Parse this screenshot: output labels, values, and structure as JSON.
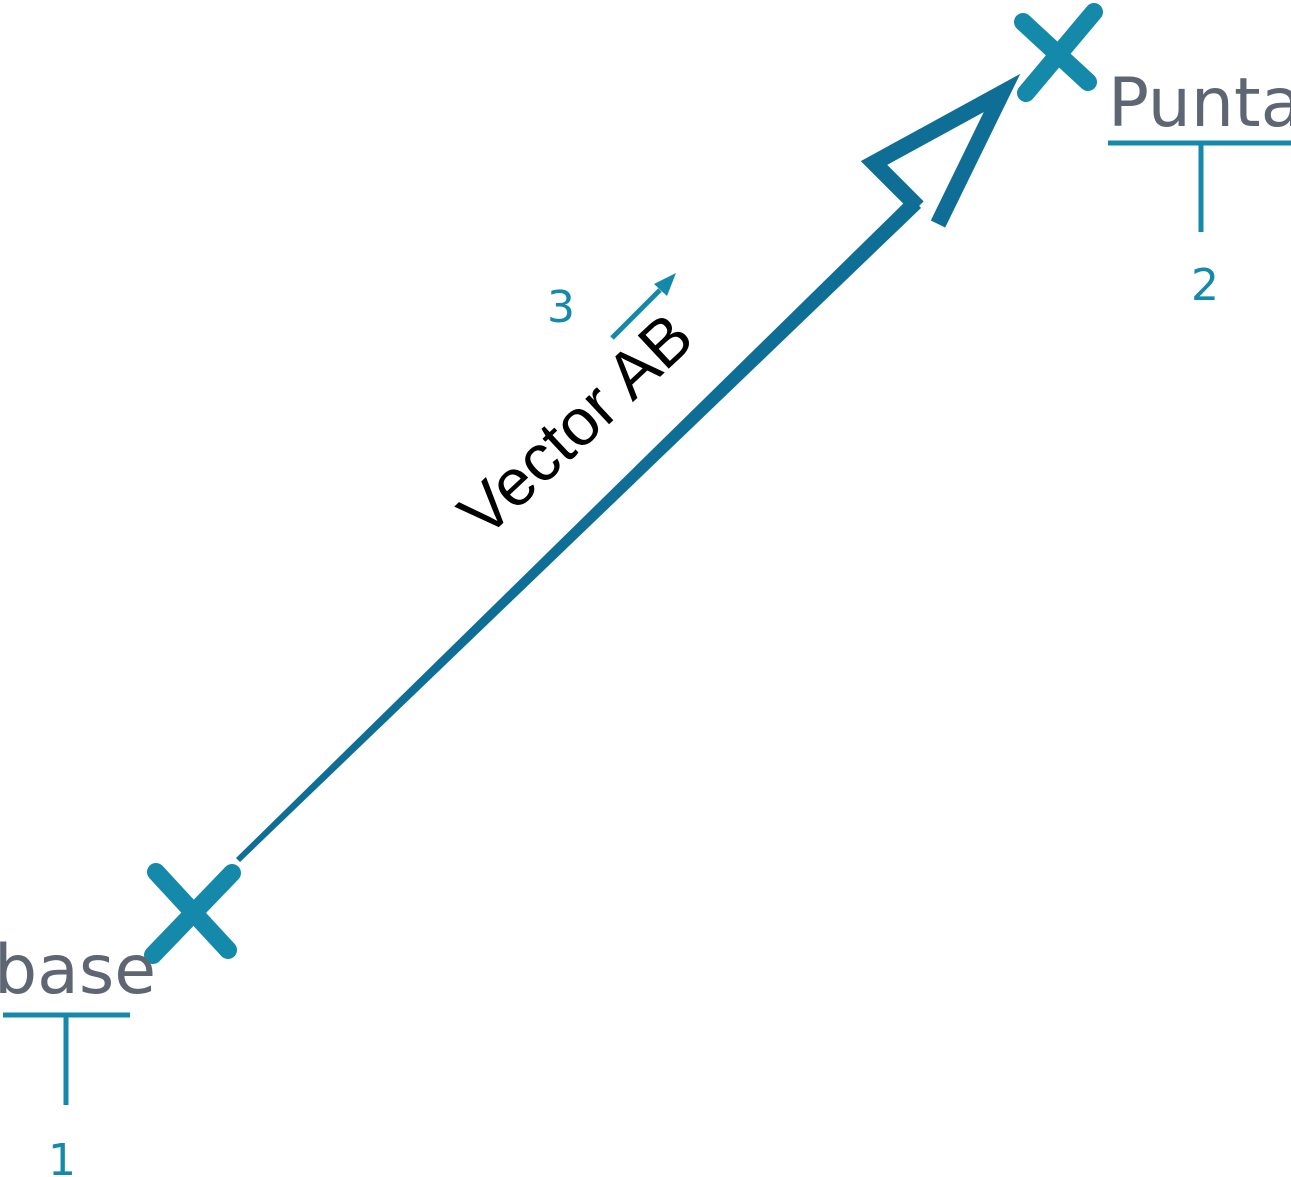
{
  "points": {
    "base": {
      "label": "base",
      "callout": "1"
    },
    "tip": {
      "label": "Punta",
      "callout": "2"
    }
  },
  "vector": {
    "label": "Vector AB",
    "callout": "3"
  },
  "colors": {
    "accent": "#1589aa",
    "vector": "#0e6e95",
    "label_text": "#5f6673",
    "vector_text": "#000000",
    "background": "#ffffff"
  }
}
